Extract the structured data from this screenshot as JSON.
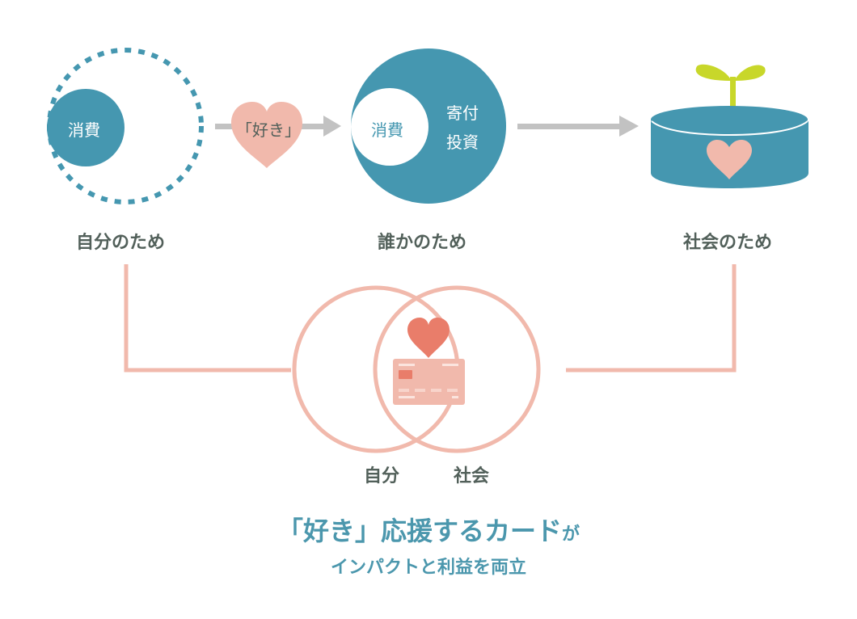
{
  "colors": {
    "teal": "#4597b0",
    "salmon": "#f1b9ac",
    "coral": "#e97d6a",
    "gray_arrow": "#c2c2c2",
    "sprout": "#c8d72a",
    "label_text": "#52605a",
    "title_text": "#4b97ad"
  },
  "stages": [
    {
      "label": "自分のため",
      "inner": [
        "消費"
      ]
    },
    {
      "label": "誰かのため",
      "inner": [
        "消費",
        "寄付",
        "投資"
      ]
    },
    {
      "label": "社会のため",
      "inner": []
    }
  ],
  "connector_heart_text": "「好き」",
  "venn": {
    "left": "自分",
    "right": "社会"
  },
  "headline": {
    "main": "「好き」応援するカード",
    "suffix": "が",
    "sub": "インパクトと利益を両立"
  }
}
